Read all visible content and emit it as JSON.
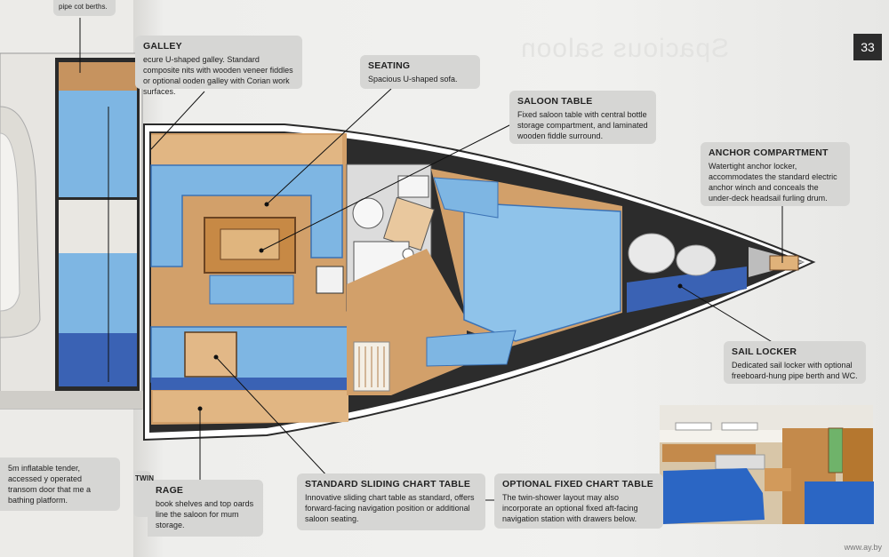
{
  "page": {
    "number": "33",
    "ghost_heading": "Spacious saloon",
    "watermark": "www.ay.by"
  },
  "colors": {
    "hull_outline": "#2a2a2a",
    "wood": "#d2a06a",
    "cushion_blue": "#7eb6e3",
    "callout_bg": "#d6d6d4",
    "page_bg": "#f1f1ef"
  },
  "callouts": {
    "galley": {
      "title": "GALLEY",
      "text": "ecure U-shaped galley. Standard composite nits with wooden veneer fiddles or optional ooden galley with Corian work surfaces."
    },
    "seating": {
      "title": "SEATING",
      "text": "Spacious U-shaped sofa."
    },
    "saloon_table": {
      "title": "SALOON TABLE",
      "text": "Fixed saloon table with central bottle storage compartment, and laminated wooden fiddle surround."
    },
    "anchor": {
      "title": "ANCHOR COMPARTMENT",
      "text": "Watertight anchor locker, accommodates the standard electric anchor winch and conceals the under-deck headsail furling drum."
    },
    "sail_locker": {
      "title": "SAIL LOCKER",
      "text": "Dedicated sail locker with optional freeboard-hung pipe berth and WC."
    },
    "sliding_chart": {
      "title": "STANDARD SLIDING CHART TABLE",
      "text": "Innovative sliding chart table as standard, offers forward-facing navigation position or additional saloon seating."
    },
    "fixed_chart": {
      "title": "OPTIONAL FIXED CHART TABLE",
      "text": "The twin-shower layout may also incorporate an optional fixed aft-facing navigation station with drawers below."
    },
    "storage": {
      "title": "RAGE",
      "text": "book shelves and top oards line the saloon for mum storage."
    },
    "tender": {
      "text": "5m inflatable tender, accessed y operated transom door that me a bathing platform."
    },
    "twin": {
      "title": "TWIN"
    },
    "top_fragment": {
      "text": "pipe cot berths."
    }
  }
}
